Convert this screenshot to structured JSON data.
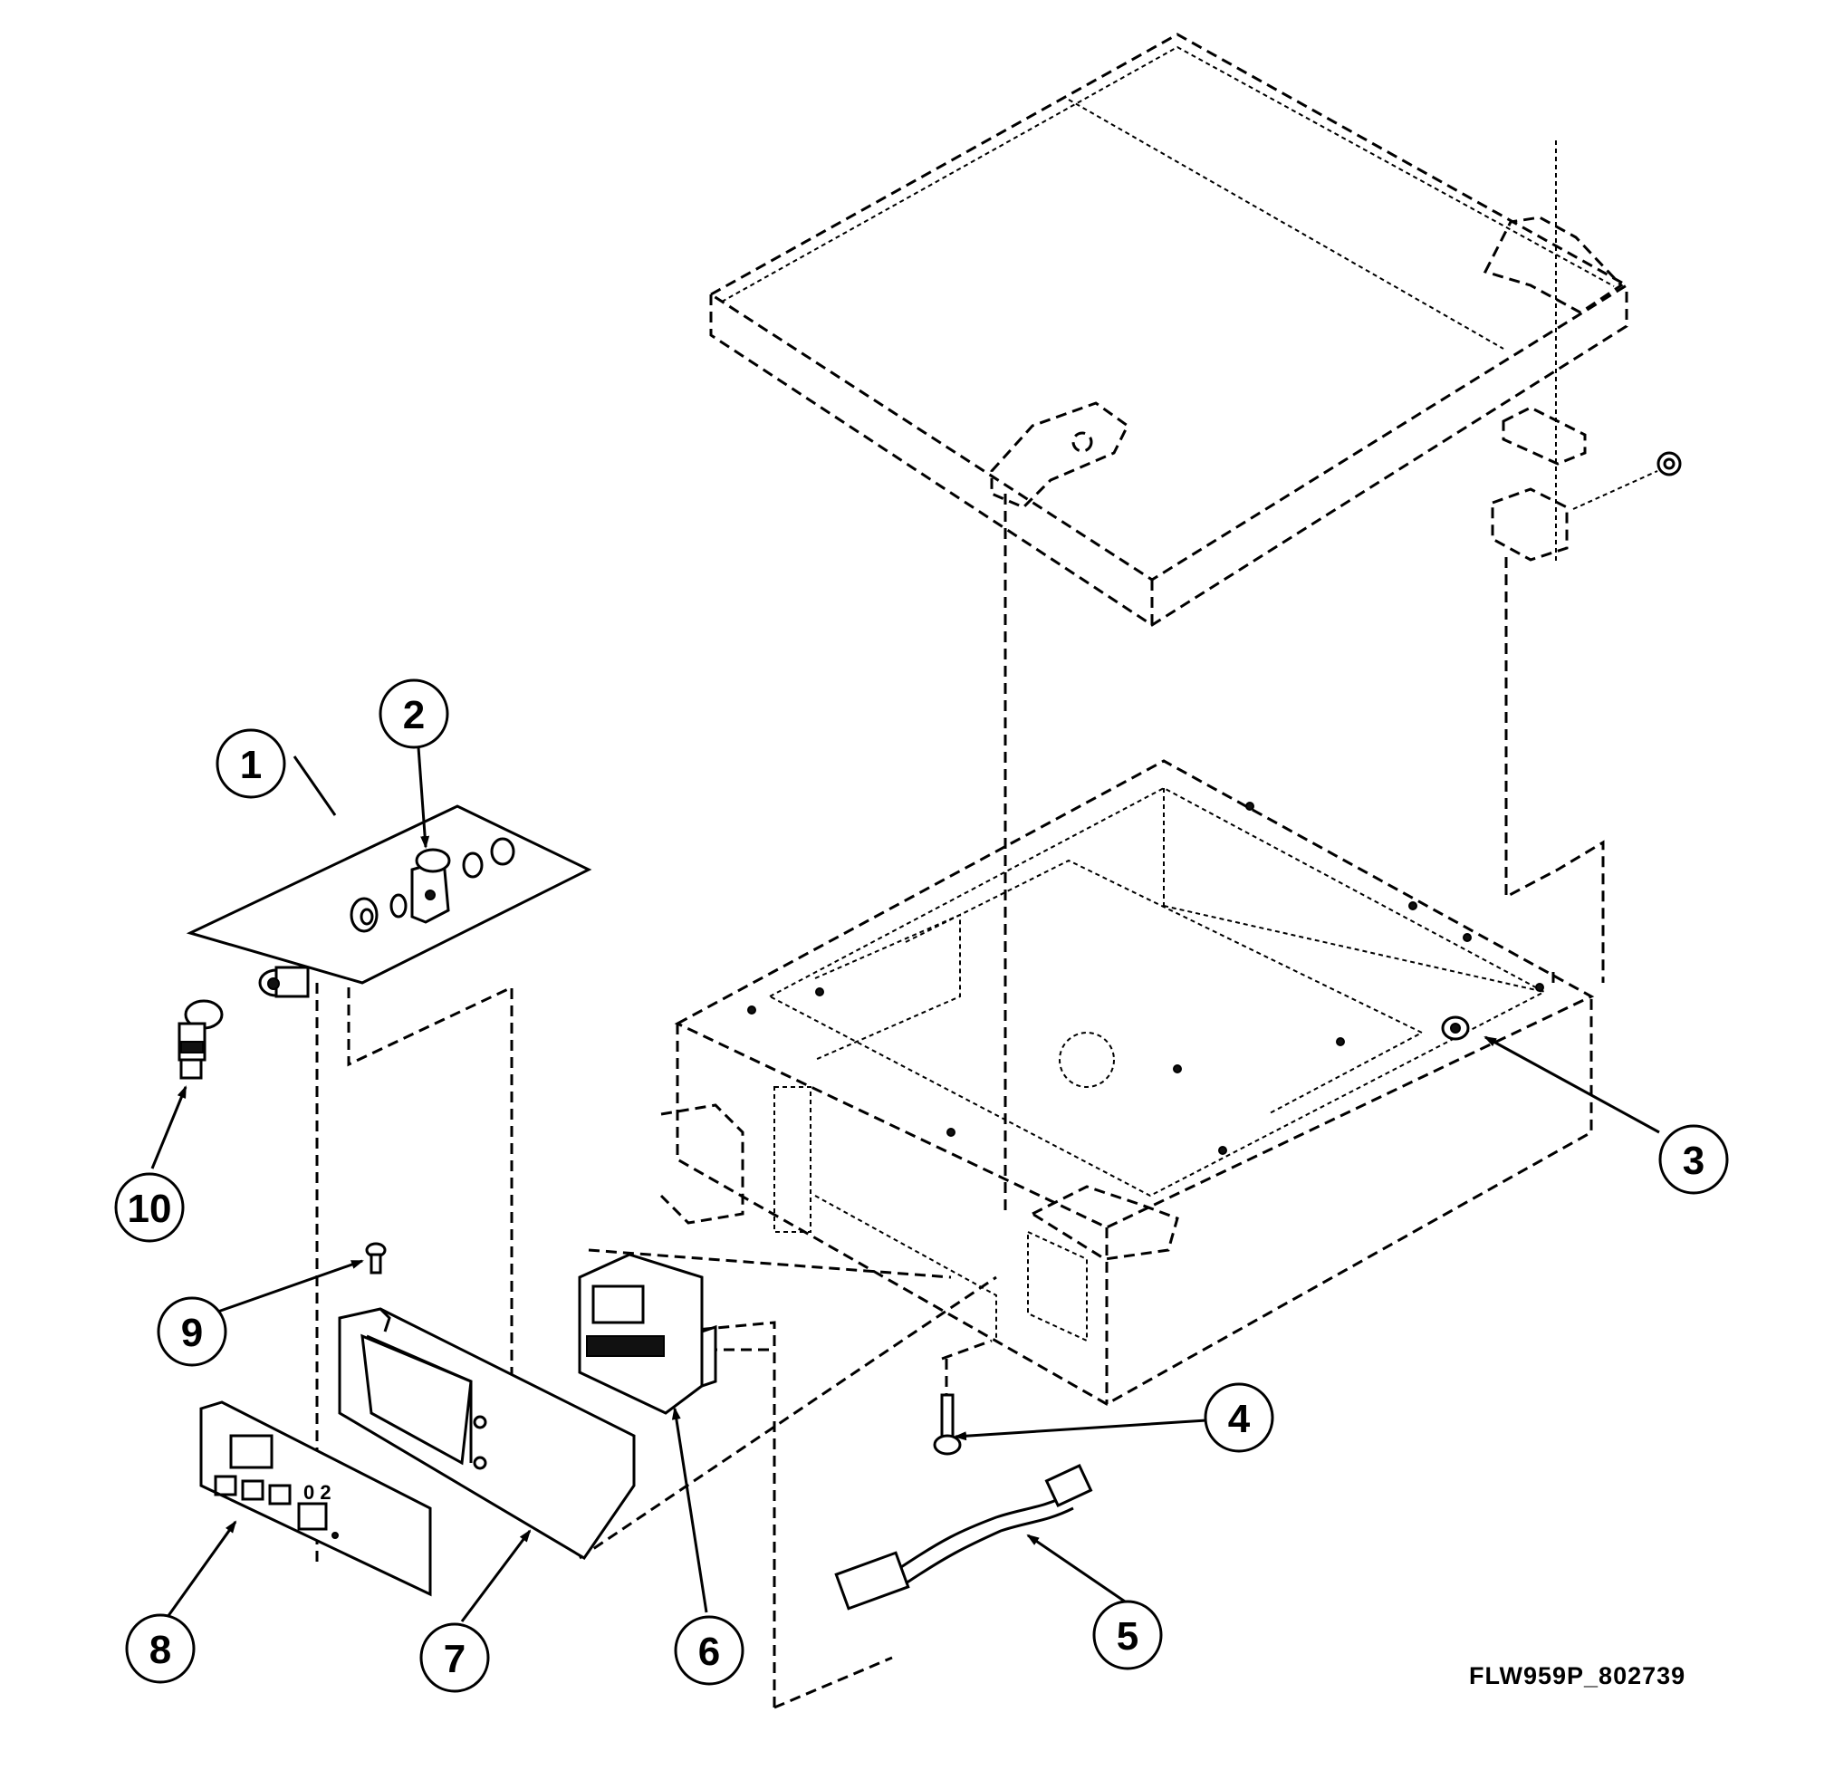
{
  "figure_code": "FLW959P_802739",
  "callouts": [
    {
      "label": "1"
    },
    {
      "label": "2"
    },
    {
      "label": "3"
    },
    {
      "label": "4"
    },
    {
      "label": "5"
    },
    {
      "label": "6"
    },
    {
      "label": "7"
    },
    {
      "label": "8"
    },
    {
      "label": "9"
    },
    {
      "label": "10"
    }
  ]
}
